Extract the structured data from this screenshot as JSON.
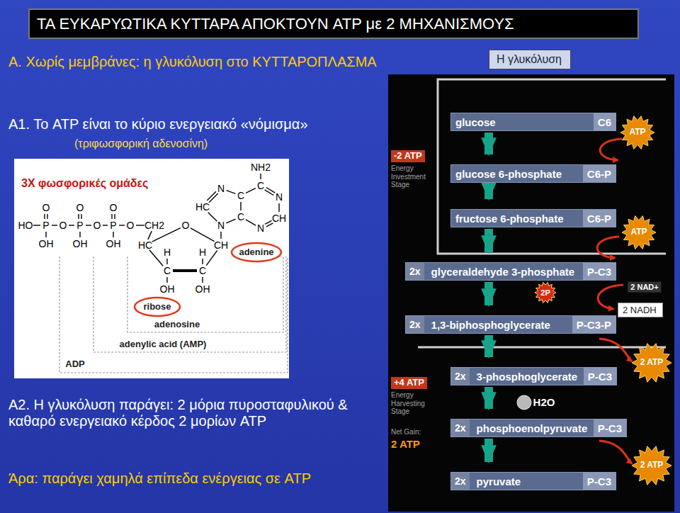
{
  "diagram": {
    "title": "ΤΑ ΕΥΚΑΡΥΩΤΙΚΑ ΚΥΤΤΑΡΑ ΑΠΟΚΤΟΥΝ ATP με 2 ΜΗΧΑΝΙΣΜΟΥΣ",
    "nodes": [
      {
        "text": [
          "Η γλυκόλυση"
        ]
      },
      {
        "text": [
          "glucose",
          "C6"
        ]
      },
      {
        "text": [
          "glucose 6-phosphate",
          "C6-P"
        ]
      },
      {
        "text": [
          "fructose 6-phosphate",
          "C6-P"
        ]
      },
      {
        "text": [
          "2x",
          "glyceraldehyde 3-phosphate",
          "P-C3"
        ]
      },
      {
        "text": [
          "2x",
          "1,3-biphosphoglycerate",
          "P-C3-P"
        ]
      },
      {
        "text": [
          "2x",
          "3-phosphoglycerate",
          "P-C3"
        ]
      },
      {
        "text": [
          "2x",
          "phosphoenolpyruvate",
          "P-C3"
        ]
      },
      {
        "text": [
          "2x",
          "pyruvate",
          "P-C3"
        ]
      },
      {
        "text": [
          "2 NADH"
        ]
      }
    ],
    "edges": [
      {
        "from": 1,
        "to": 2,
        "arrow": "to"
      },
      {
        "from": 2,
        "to": 3,
        "arrow": "to"
      },
      {
        "from": 3,
        "to": 4,
        "arrow": "to"
      },
      {
        "from": 4,
        "to": 5,
        "arrow": "to"
      },
      {
        "from": 5,
        "to": 6,
        "arrow": "to"
      },
      {
        "from": 6,
        "to": 7,
        "arrow": "to"
      },
      {
        "from": 7,
        "to": 8,
        "arrow": "to"
      }
    ],
    "labels": [
      "Α. Χωρίς μεμβράνες: η γλυκόλυση στο ΚΥΤΤΑΡΟΠΛΑΣΜΑ",
      "Α1. Το ATP είναι το κύριο ενεργειακό «νόμισμα»",
      "(τριφωσφορική αδενοσίνη)",
      "3Χ φωσφορικές ομάδες",
      "NH2",
      "N",
      "C",
      "N",
      "HC",
      "C",
      "C",
      "CH",
      "N",
      "N",
      "O",
      "O",
      "O",
      "HO",
      "P",
      "O",
      "P",
      "O",
      "P",
      "O",
      "CH2",
      "O",
      "OH",
      "OH",
      "OH",
      "HC",
      "CH",
      "H",
      "H",
      "C",
      "C",
      "OH",
      "OH",
      "adenine",
      "ribose",
      "adenosine",
      "adenylic acid (AMP)",
      "ADP",
      "Α2. Η γλυκόλυση παράγει: 2 μόρια πυροσταφυλικού & καθαρό ενεργειακό κέρδος 2 μορίων ATP",
      "Άρα: παράγει χαμηλά επίπεδα ενέργειας σε ATP",
      "-2 ATP",
      "Energy Investment Stage",
      "ATP",
      "ATP",
      "2 NAD+",
      "2P",
      "2 ATP",
      "+4 ATP",
      "Energy Harvesting Stage",
      "H2O",
      "Net Gain:",
      "2 ATP",
      "2 ATP"
    ]
  }
}
